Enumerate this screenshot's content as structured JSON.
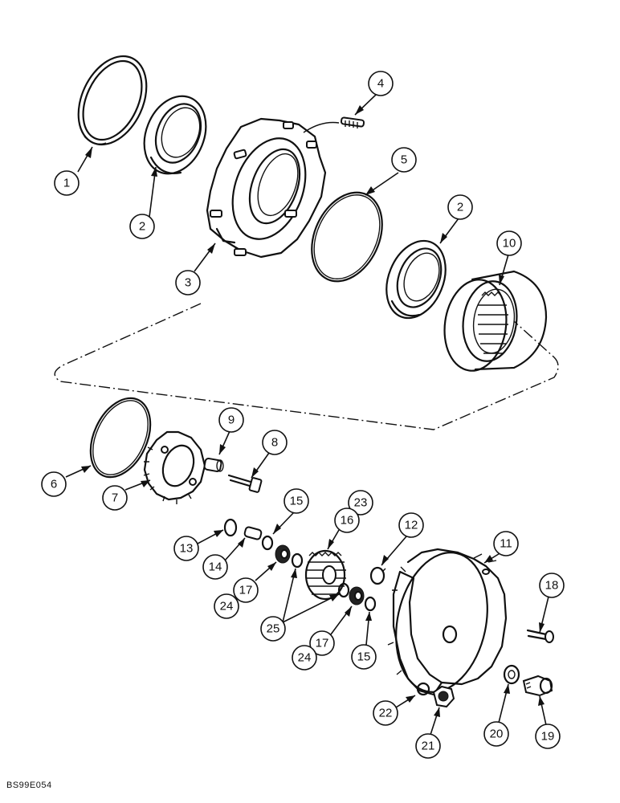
{
  "drawing_code": "BS99E054",
  "callouts": [
    {
      "id": "c1",
      "label": "1"
    },
    {
      "id": "c2a",
      "label": "2"
    },
    {
      "id": "c3",
      "label": "3"
    },
    {
      "id": "c4",
      "label": "4"
    },
    {
      "id": "c5",
      "label": "5"
    },
    {
      "id": "c2b",
      "label": "2"
    },
    {
      "id": "c10",
      "label": "10"
    },
    {
      "id": "c9",
      "label": "9"
    },
    {
      "id": "c8",
      "label": "8"
    },
    {
      "id": "c6",
      "label": "6"
    },
    {
      "id": "c7",
      "label": "7"
    },
    {
      "id": "c15a",
      "label": "15"
    },
    {
      "id": "c23",
      "label": "23"
    },
    {
      "id": "c16",
      "label": "16"
    },
    {
      "id": "c12",
      "label": "12"
    },
    {
      "id": "c11",
      "label": "11"
    },
    {
      "id": "c13",
      "label": "13"
    },
    {
      "id": "c14",
      "label": "14"
    },
    {
      "id": "c17a",
      "label": "17"
    },
    {
      "id": "c24a",
      "label": "24"
    },
    {
      "id": "c25",
      "label": "25"
    },
    {
      "id": "c17b",
      "label": "17"
    },
    {
      "id": "c24b",
      "label": "24"
    },
    {
      "id": "c15b",
      "label": "15"
    },
    {
      "id": "c18",
      "label": "18"
    },
    {
      "id": "c22",
      "label": "22"
    },
    {
      "id": "c21",
      "label": "21"
    },
    {
      "id": "c20",
      "label": "20"
    },
    {
      "id": "c19",
      "label": "19"
    }
  ]
}
